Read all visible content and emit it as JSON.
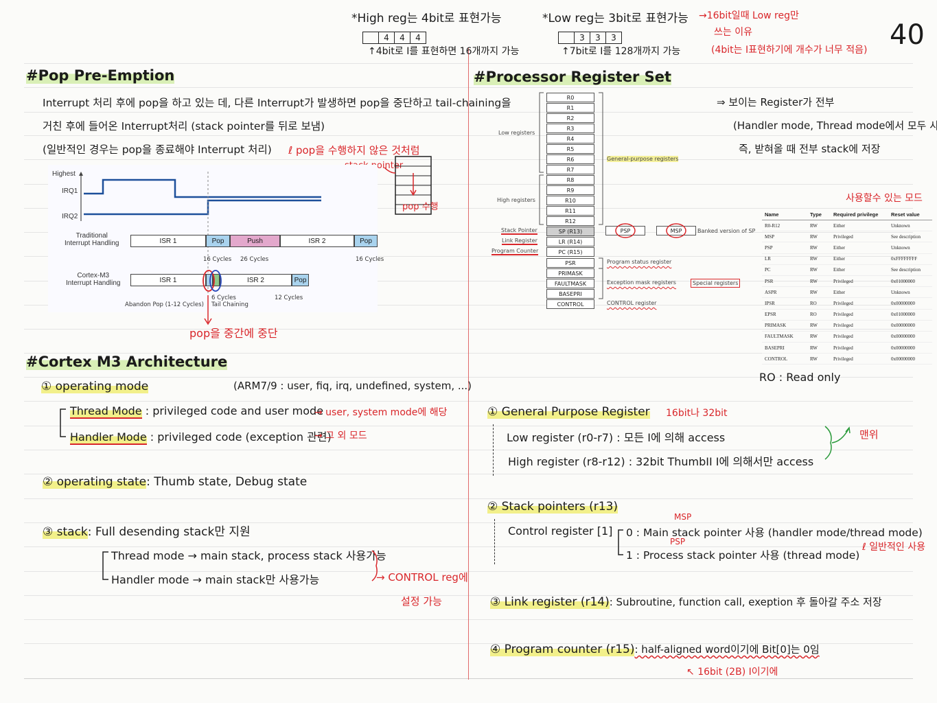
{
  "page_number": "40",
  "top_notes": {
    "high_reg": "*High reg는 4bit로 표현가능",
    "high_boxes": [
      "4",
      "4",
      "4"
    ],
    "high_sub": "↑4bit로 I를 표현하면 16개까지 가능",
    "low_reg": "*Low reg는 3bit로 표현가능",
    "low_boxes": [
      "3",
      "3",
      "3"
    ],
    "low_sub": "↑7bit로 I를 128개까지 가능",
    "reason1": "→16bit일때 Low reg만",
    "reason2": "쓰는 이유",
    "reason3": "(4bit는 I표현하기에 개수가 너무 적음)"
  },
  "pop": {
    "title": "#Pop Pre-Emption",
    "line1": "Interrupt 처리 후에 pop을 하고 있는 데, 다른 Interrupt가 발생하면 pop을 중단하고 tail-chaining을",
    "line2": "거친 후에 들어온 Interrupt처리 (stack pointer를 뒤로 보냄)",
    "line3": "(일반적인 경우는 pop을 종료해야 Interrupt 처리)",
    "note_pop": "pop을 수행하지 않은 것처럼",
    "stack_pointer": "stack pointer",
    "pop_done": "pop 수행",
    "abort_note": "pop을 중간에 중단"
  },
  "diagram": {
    "highest": "Highest",
    "irq1": "IRQ1",
    "irq2": "IRQ2",
    "traditional": "Traditional",
    "traditional2": "Interrupt Handling",
    "cortex": "Cortex-M3",
    "cortex2": "Interrupt Handling",
    "isr1": "ISR 1",
    "pop": "Pop",
    "push": "Push",
    "isr2": "ISR 2",
    "c16a": "16 Cycles",
    "c26": "26 Cycles",
    "c16b": "16 Cycles",
    "c6": "6 Cycles",
    "tail": "Tail Chaining",
    "c12": "12 Cycles",
    "abandon": "Abandon Pop (1-12 Cycles)"
  },
  "cortex": {
    "title": "#Cortex M3 Architecture",
    "op_mode": "① operating mode",
    "arm_note": "(ARM7/9 : user, fiq, irq, undefined, system, ...)",
    "thread_mode": "Thread Mode",
    "thread_desc": ": privileged code and user mode",
    "thread_note": "→ user, system mode에 해당",
    "handler_mode": "Handler Mode",
    "handler_desc": ": privileged code (exception 관련)",
    "handler_note": "→ 그 외 모드",
    "op_state": "② operating state",
    "op_state_desc": ": Thumb state, Debug state",
    "stack": "③ stack",
    "stack_desc": ": Full desending stack만 지원",
    "thread_stack": "Thread mode → main stack, process stack 사용가능",
    "handler_stack": "Handler mode → main stack만 사용가능",
    "control_note1": "→ CONTROL reg에",
    "control_note2": "설정 가능"
  },
  "proc": {
    "title": "#Processor Register Set",
    "regs": [
      "R0",
      "R1",
      "R2",
      "R3",
      "R4",
      "R5",
      "R6",
      "R7",
      "R8",
      "R9",
      "R10",
      "R11",
      "R12",
      "SP (R13)",
      "LR (R14)",
      "PC (R15)"
    ],
    "special": [
      "PSR",
      "PRIMASK",
      "FAULTMASK",
      "BASEPRI",
      "CONTROL"
    ],
    "low_registers": "Low registers",
    "high_registers": "High registers",
    "gp": "General-purpose registers",
    "stack_pointer": "Stack Pointer",
    "link_register": "Link Register",
    "program_counter": "Program Counter",
    "psp": "PSP",
    "msp": "MSP",
    "banked": "Banked version of SP",
    "psr_label": "Program status register",
    "emr_label": "Exception mask registers",
    "control_label": "CONTROL register",
    "special_label": "Special registers",
    "note1": "⇒ 보이는 Register가 전부",
    "note2": "(Handler mode, Thread mode에서 모두 사용)",
    "note3": "즉, 받혀올 때 전부 stack에 저장",
    "usable_mode": "사용할수 있는 모드",
    "ro_note": "RO : Read only"
  },
  "table": {
    "headers": [
      "Name",
      "Type",
      "Required privilege",
      "Reset value"
    ],
    "rows": [
      [
        "R0-R12",
        "RW",
        "Either",
        "Unknown"
      ],
      [
        "MSP",
        "RW",
        "Privileged",
        "See description"
      ],
      [
        "PSP",
        "RW",
        "Either",
        "Unknown"
      ],
      [
        "LR",
        "RW",
        "Either",
        "0xFFFFFFFF"
      ],
      [
        "PC",
        "RW",
        "Either",
        "See description"
      ],
      [
        "PSR",
        "RW",
        "Privileged",
        "0x01000000"
      ],
      [
        "ASPR",
        "RW",
        "Either",
        "Unknown"
      ],
      [
        "IPSR",
        "RO",
        "Privileged",
        "0x00000000"
      ],
      [
        "EPSR",
        "RO",
        "Privileged",
        "0x01000000"
      ],
      [
        "PRIMASK",
        "RW",
        "Privileged",
        "0x00000000"
      ],
      [
        "FAULTMASK",
        "RW",
        "Privileged",
        "0x00000000"
      ],
      [
        "BASEPRI",
        "RW",
        "Privileged",
        "0x00000000"
      ],
      [
        "CONTROL",
        "RW",
        "Privileged",
        "0x00000000"
      ]
    ]
  },
  "gpr": {
    "title": "① General Purpose Register",
    "bits": "16bit나 32bit",
    "low": "Low register (r0-r7) : 모든 I에 의해 access",
    "high": "High register (r8-r12) : 32bit ThumbII I에 의해서만 access",
    "top": "맨위"
  },
  "sp": {
    "title": "② Stack pointers (r13)",
    "control": "Control register [1]",
    "msp": "MSP",
    "psp": "PSP",
    "opt0": "0 : Main stack pointer 사용 (handler mode/thread mode)",
    "opt1": "1 : Process stack pointer 사용 (thread mode)",
    "common": "일반적인 사용"
  },
  "lr": {
    "title": "③ Link register (r14)",
    "desc": ": Subroutine, function call, exeption 후 돌아갈 주소 저장"
  },
  "pc": {
    "title": "④ Program counter (r15)",
    "desc": ": half-aligned word이기에 Bit[0]는 0임",
    "note": "16bit (2B) I이기에"
  }
}
